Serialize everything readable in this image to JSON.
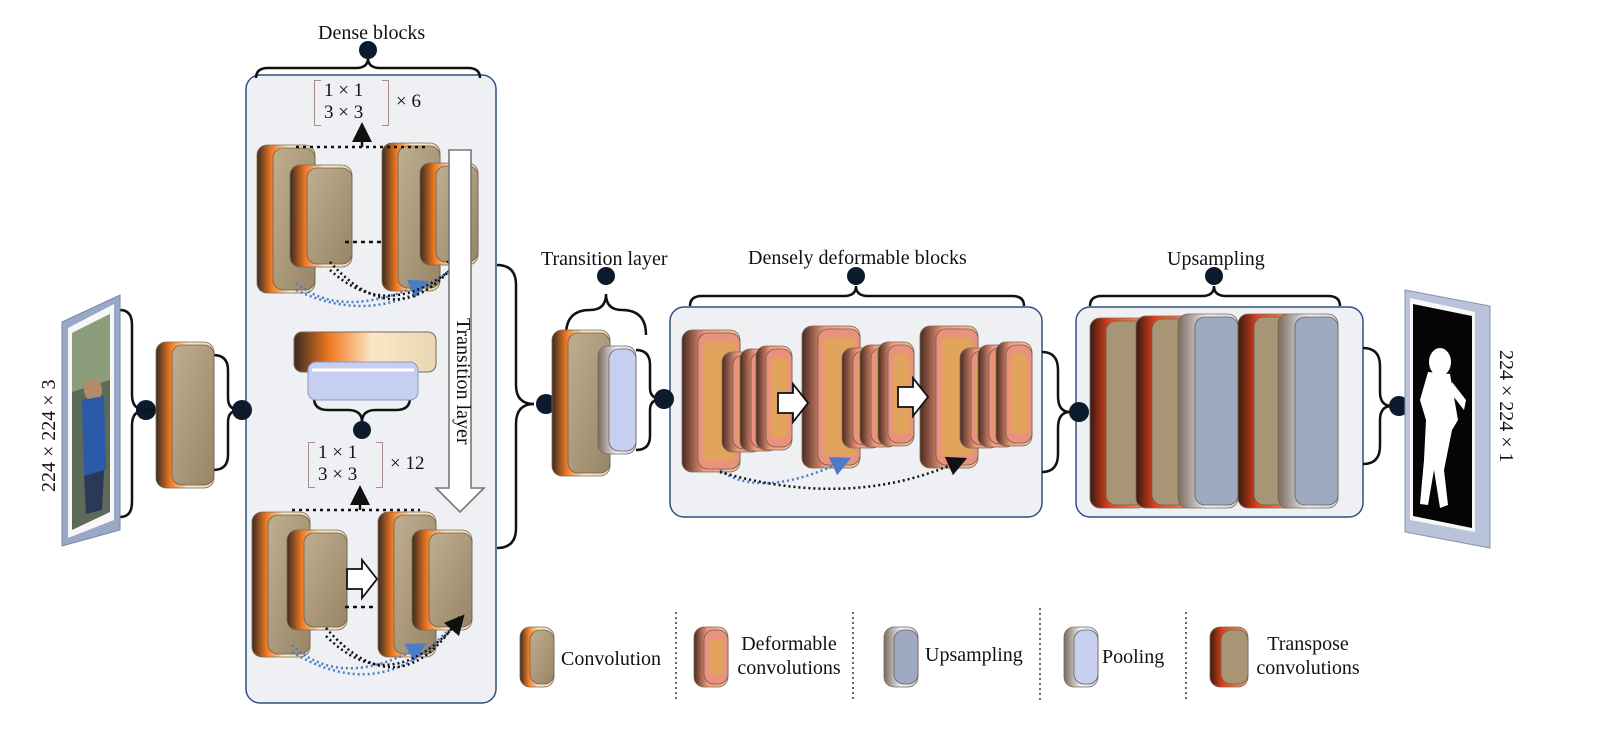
{
  "labels": {
    "dense_blocks": "Dense blocks",
    "transition_layer_top": "Transition layer",
    "densely_deformable_blocks": "Densely deformable blocks",
    "upsampling_section": "Upsampling",
    "transition_layer_vertical": "Transition layer",
    "input_size": "224 × 224 × 3",
    "output_size": "224 × 224 × 1"
  },
  "dense_block_1": {
    "row1": "1 × 1",
    "row2": "3 × 3",
    "multiplier": "× 6"
  },
  "dense_block_2": {
    "row1": "1 × 1",
    "row2": "3 × 3",
    "multiplier": "× 12"
  },
  "legend": [
    {
      "key": "convolution",
      "text": "Convolution"
    },
    {
      "key": "deformable",
      "text": "Deformable\nconvolutions"
    },
    {
      "key": "upsampling",
      "text": "Upsampling"
    },
    {
      "key": "pooling",
      "text": "Pooling"
    },
    {
      "key": "transpose",
      "text": "Transpose\nconvolutions"
    }
  ],
  "colors": {
    "convolution_face": "#a89575",
    "convolution_side": "#f07a22",
    "deformable_face": "#e9937f",
    "deformable_inner": "#e2a45d",
    "upsampling_face": "#9daac0",
    "pooling_face": "#c7cff0",
    "transpose_side": "#e8431b",
    "panel_bg": "#eef0f4",
    "panel_border": "#2f4f80",
    "skip_blue": "#4a7cc7"
  }
}
